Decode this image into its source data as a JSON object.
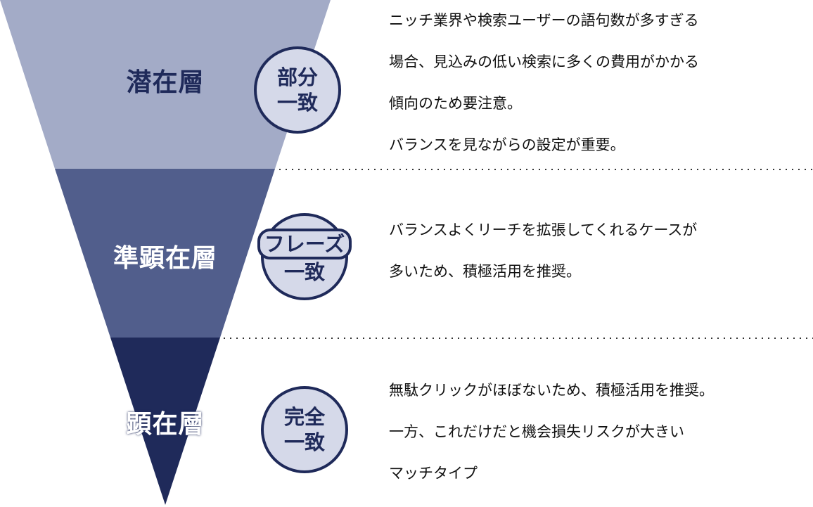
{
  "colors": {
    "top_layer": "#a3abc7",
    "middle_layer": "#515e8c",
    "bottom_layer": "#1f2a5a",
    "badge_fill": "#d5d9e9",
    "badge_stroke": "#1f2a5a"
  },
  "layers": [
    {
      "name": "潜在層",
      "badge": [
        "部分",
        "一致"
      ],
      "description": [
        "ニッチ業界や検索ユーザーの語句数が多すぎる",
        "場合、見込みの低い検索に多くの費用がかかる",
        "傾向のため要注意。",
        "バランスを見ながらの設定が重要。"
      ]
    },
    {
      "name": "準顕在層",
      "badge": [
        "フレーズ",
        "一致"
      ],
      "description": [
        "バランスよくリーチを拡張してくれるケースが",
        "多いため、積極活用を推奨。"
      ]
    },
    {
      "name": "顕在層",
      "badge": [
        "完全",
        "一致"
      ],
      "description": [
        "無駄クリックがほぼないため、積極活用を推奨。",
        "一方、これだけだと機会損失リスクが大きい",
        "マッチタイプ"
      ]
    }
  ]
}
